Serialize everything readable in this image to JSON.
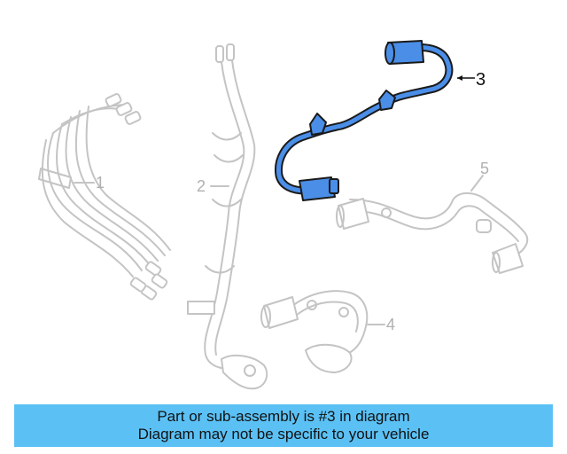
{
  "diagram": {
    "callouts": {
      "c1": "1",
      "c2": "2",
      "c3": "3",
      "c4": "4",
      "c5": "5"
    },
    "colors": {
      "highlight": "#4a8ee8",
      "ghost": "#c4c4c4",
      "banner": "#5bc1f5"
    }
  },
  "banner": {
    "line1": "Part or sub-assembly is #3 in diagram",
    "line2": "Diagram may not be specific to your vehicle"
  }
}
